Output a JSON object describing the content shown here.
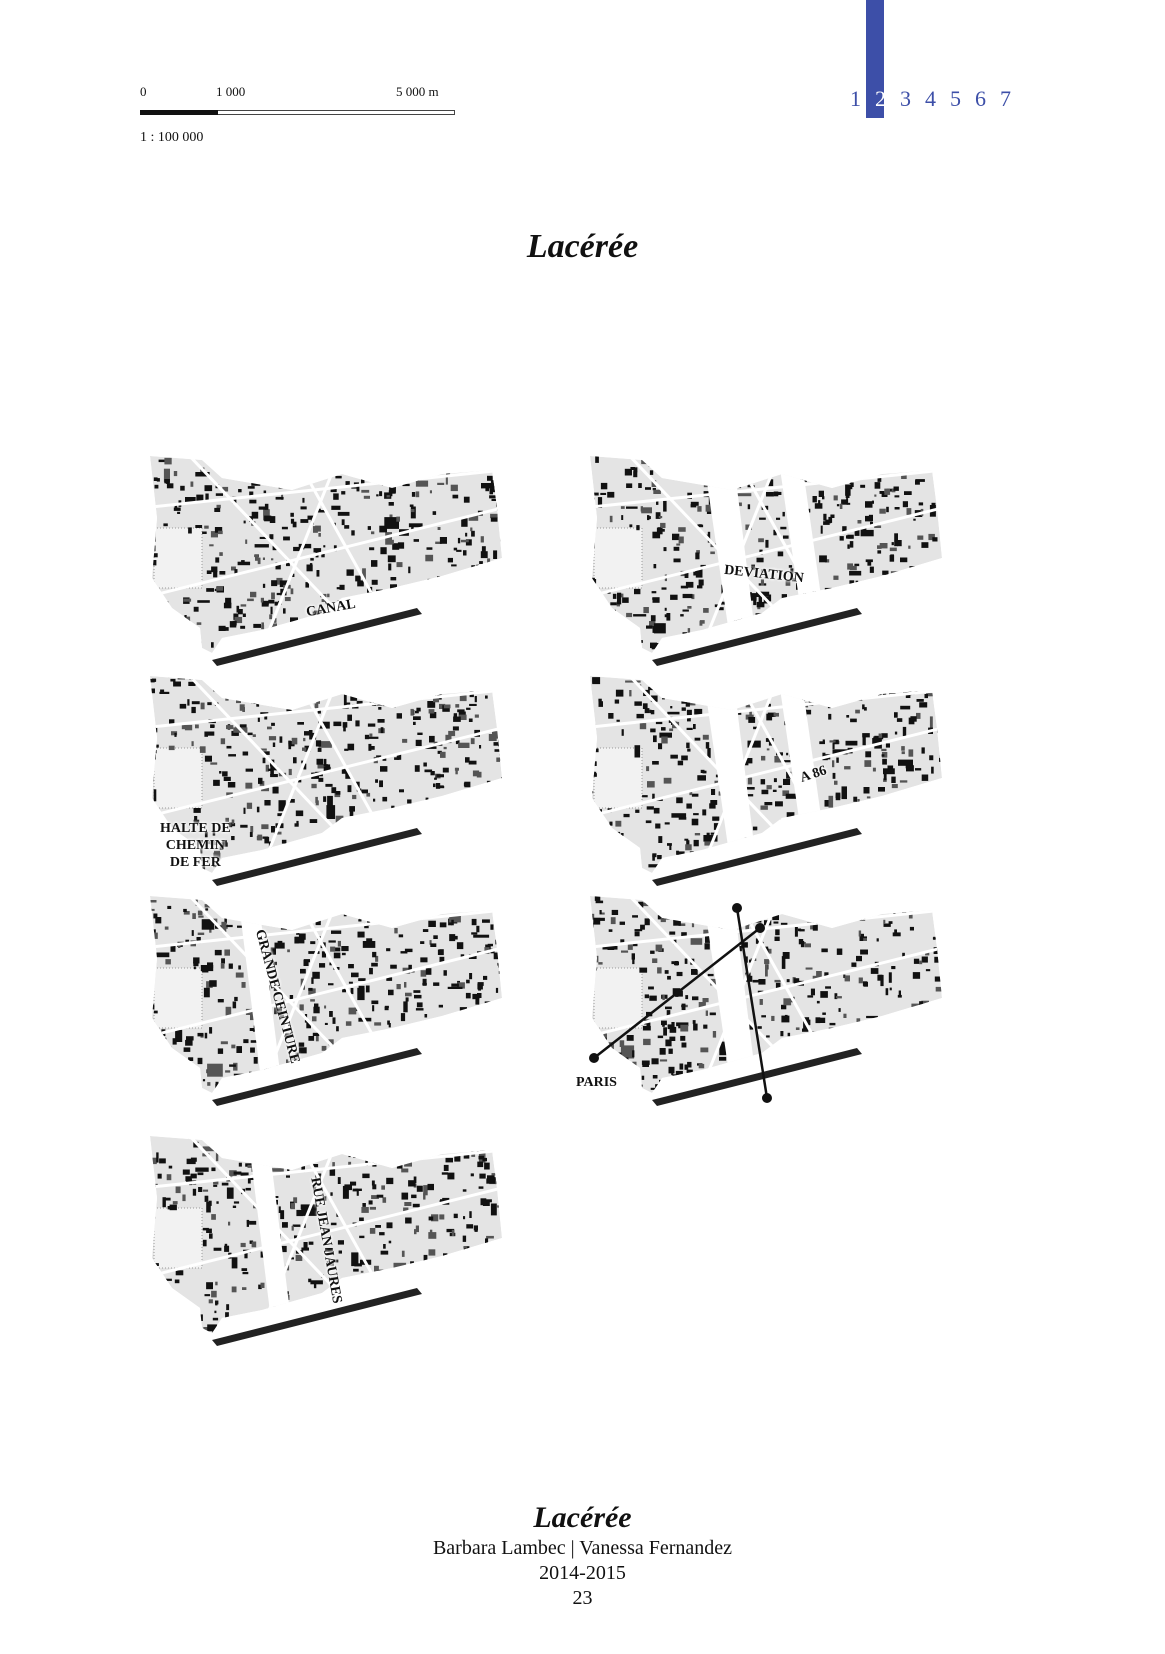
{
  "scale_bar": {
    "labels": [
      "0",
      "1 000",
      "5 000 m"
    ],
    "ratio": "1 : 100 000"
  },
  "chapter_nav": {
    "pages": [
      "1",
      "2",
      "3",
      "4",
      "5",
      "6",
      "7"
    ],
    "active": "2",
    "accent_color": "#3d4fa8"
  },
  "title": "Lacérée",
  "maps": [
    {
      "labels": [
        "CANAL"
      ]
    },
    {
      "labels": [
        "DEVIATION"
      ]
    },
    {
      "labels": [
        "HALTE DE",
        "CHEMIN",
        "DE FER"
      ]
    },
    {
      "labels": [
        "A 86"
      ]
    },
    {
      "labels": [
        "GRANDE CEINTURE"
      ]
    },
    {
      "labels": [
        "PARIS"
      ]
    },
    {
      "labels": [
        "RUE JEAN JAURES"
      ]
    }
  ],
  "footer": {
    "title": "Lacérée",
    "authors": "Barbara Lambec | Vanessa Fernandez",
    "years": "2014-2015",
    "page_number": "23"
  }
}
